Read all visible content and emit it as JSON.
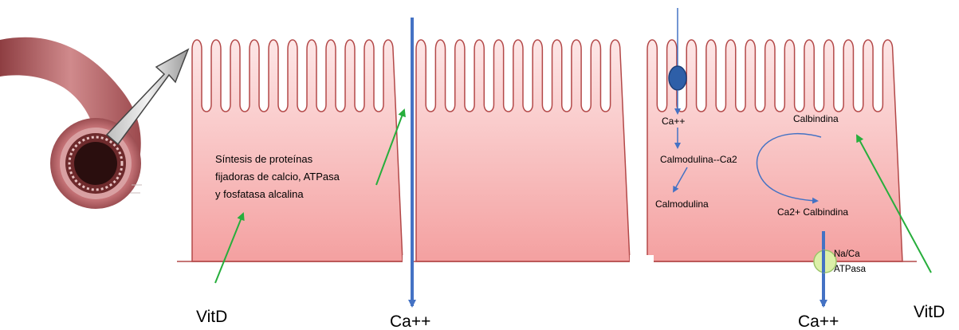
{
  "labels": {
    "synthesis": [
      "Síntesis de proteínas",
      "fijadoras de calcio, ATPasa",
      "y fosfatasa alcalina"
    ],
    "vitd_left": "VitD",
    "vitd_right": "VitD",
    "ca_bottom_center": "Ca++",
    "ca_bottom_right": "Ca++",
    "ca_in_cell": "Ca++",
    "calmodulina_ca2": "Calmodulina--Ca2",
    "calmodulina": "Calmodulina",
    "calbindina": "Calbindina",
    "ca2_calbindina": "Ca2+ Calbindina",
    "pump_line1": "Na/Ca",
    "pump_line2": "ATPasa"
  },
  "colors": {
    "cell_fill_top": "#fde3e3",
    "cell_fill_bottom": "#f5a3a3",
    "cell_outline": "#b34848",
    "blue_arrow": "#4472c4",
    "green_arrow": "#27ae3c",
    "channel_fill": "#2e5fa8",
    "pump_fill": "#dcf0a8",
    "intestine_outer": "#b46468",
    "intestine_lumen": "#3a1515"
  },
  "icons": [
    "intestine-cross-section-image",
    "zoom-arrow-icon",
    "calcium-channel-icon",
    "na-ca-pump-icon"
  ]
}
